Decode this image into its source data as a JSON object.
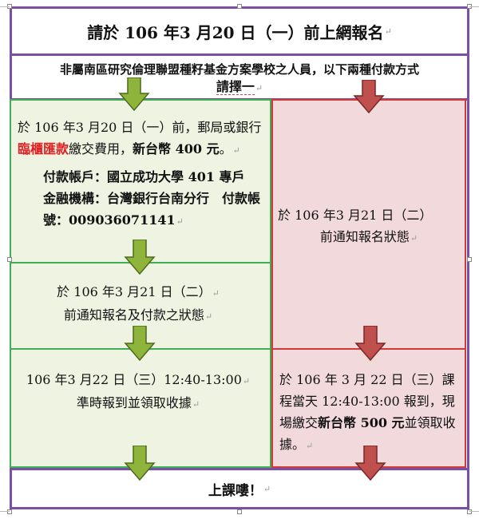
{
  "title": "請於 106 年3 月20 日（一）前上網報名",
  "intro": {
    "line1": "非屬南區研究倫理聯盟種籽基金方案學校之人員，以下兩種付款方式",
    "line2": "請擇一"
  },
  "left": {
    "step1": {
      "pre": "於 106 年3 月20 日（一）前，郵局或銀行",
      "highlight": "臨櫃匯款",
      "mid": "繳交費用，",
      "amount": "新台幣 400 元",
      "post": "。",
      "account_line1": "付款帳戶：國立成功大學 401 專戶",
      "account_line2": "金融機構：台灣銀行台南分行　付款帳號：009036071141"
    },
    "step2": {
      "line1": "於 106 年3 月21 日（二）",
      "line2": "前通知報名及付款之狀態"
    },
    "step3": {
      "line1": "106 年3 月22 日（三）12:40-13:00",
      "line2": "準時報到並領取收據"
    }
  },
  "right": {
    "step1": {
      "line1": "於 106 年3 月21 日（二）",
      "line2": "前通知報名狀態"
    },
    "step2": {
      "pre": "於 106 年 3 月 22 日（三）課程當天 12:40-13:00 報到，現場繳交",
      "amount": "新台幣 500 元",
      "post": "並領取收據。"
    }
  },
  "footer": "上課嘍！",
  "colors": {
    "green_arrow": "#8fb43c",
    "red_arrow": "#c0504d",
    "purple_border": "#7b4fa8",
    "green_border": "#3fae55",
    "red_border": "#d23a3a",
    "highlight_text": "#e02020"
  }
}
